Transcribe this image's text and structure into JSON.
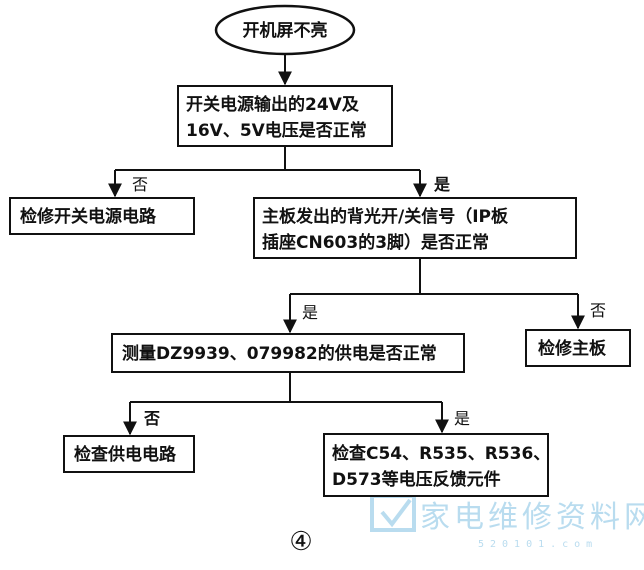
{
  "nodes": {
    "start": "开机屏不亮",
    "psu_check_line1": "开关电源输出的24V及",
    "psu_check_line2": "16V、5V电压是否正常",
    "repair_psu": "检修开关电源电路",
    "backlight_check_line1": "主板发出的背光开/关信号（IP板",
    "backlight_check_line2": "插座CN603的3脚）是否正常",
    "measure_supply": "测量DZ9939、079982的供电是否正常",
    "repair_mainboard": "检修主板",
    "check_supply_circuit": "检查供电电路",
    "check_parts_line1": "检查C54、R535、R536、",
    "check_parts_line2": "D573等电压反馈元件"
  },
  "branches": {
    "psu_no": "否",
    "psu_yes": "是",
    "backlight_yes": "是",
    "backlight_no": "否",
    "supply_no": "否",
    "supply_yes": "是"
  },
  "figure_number": "④",
  "watermark": {
    "text": "家电维修资料网",
    "sub": "520101.com"
  },
  "colors": {
    "ink": "#111111",
    "watermark": "#b9dcef"
  }
}
